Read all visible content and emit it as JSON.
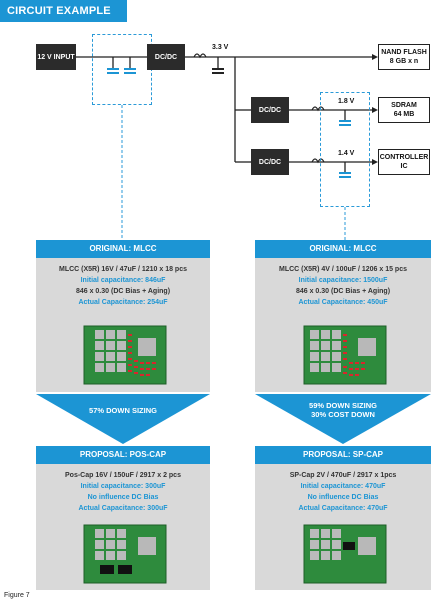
{
  "title": "CIRCUIT EXAMPLE",
  "blocks": {
    "input": "12 V INPUT",
    "dcdc_main": "DC/DC",
    "dcdc_1": "DC/DC",
    "dcdc_2": "DC/DC"
  },
  "voltages": {
    "v1": "3.3 V",
    "v2": "1.8 V",
    "v3": "1.4 V"
  },
  "outputs": {
    "nand_l1": "NAND FLASH",
    "nand_l2": "8 GB x n",
    "sdram_l1": "SDRAM",
    "sdram_l2": "64 MB",
    "ctrl_l1": "CONTROLLER",
    "ctrl_l2": "IC"
  },
  "left": {
    "head": "ORIGINAL: MLCC",
    "spec": "MLCC (X5R) 16V / 47uF / 1210 x 18 pcs",
    "initial": "Initial capacitance: 846uF",
    "calc": "846 x 0.30 (DC Bias + Aging)",
    "actual": "Actual Capacitance: 254uF",
    "arrow": "57% DOWN SIZING",
    "head2": "PROPOSAL: POS-CAP",
    "spec2": "Pos-Cap 16V / 150uF / 2917 x 2 pcs",
    "initial2": "Initial capacitance: 300uF",
    "nobias2": "No influence DC Bias",
    "actual2": "Actual Capacitance: 300uF"
  },
  "right": {
    "head": "ORIGINAL: MLCC",
    "spec": "MLCC (X5R) 4V / 100uF / 1206 x 15 pcs",
    "initial": "Initial capacitance: 1500uF",
    "calc": "846 x 0.30 (DC Bias + Aging)",
    "actual": "Actual Capacitance: 450uF",
    "arrow_l1": "59% DOWN SIZING",
    "arrow_l2": "30% COST DOWN",
    "head2": "PROPOSAL: SP-CAP",
    "spec2": "SP-Cap  2V / 470uF / 2917 x 1pcs",
    "initial2": "Initial capacitance: 470uF",
    "nobias2": "No influence DC Bias",
    "actual2": "Actual Capacitance: 470uF"
  },
  "figure": "Figure 7",
  "colors": {
    "accent": "#1c95d4",
    "block": "#2b2b2b",
    "panel": "#d9d9d9",
    "pcb": "#2e8b3d"
  }
}
